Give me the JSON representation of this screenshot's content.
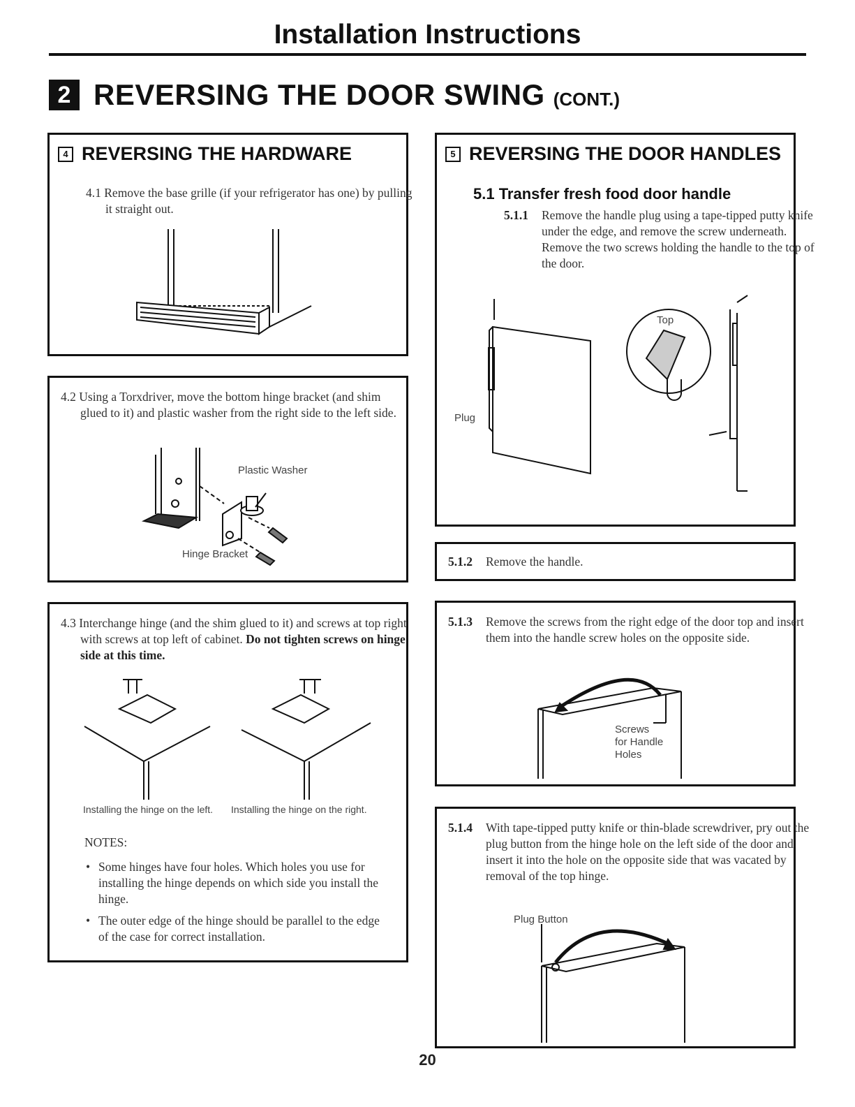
{
  "header": {
    "title": "Installation Instructions"
  },
  "section": {
    "number": "2",
    "title": "REVERSING THE DOOR SWING",
    "cont": "(CONT.)"
  },
  "hardware": {
    "number": "4",
    "title": "REVERSING THE HARDWARE",
    "step_4_1": "4.1 Remove the base grille (if your refrigerator has one) by pulling it straight out.",
    "step_4_2": "4.2 Using a Torxdriver, move the bottom hinge bracket (and shim glued to it) and plastic washer from the right side to the left side.",
    "label_plastic_washer": "Plastic Washer",
    "label_hinge_bracket": "Hinge Bracket",
    "step_4_3": "4.3 Interchange hinge (and the shim glued to it) and screws at top right with screws at top left of cabinet.",
    "step_4_3_bold": "Do not tighten screws on hinge side at this time.",
    "caption_left": "Installing the hinge on the left.",
    "caption_right": "Installing the hinge on the right.",
    "notes_title": "NOTES:",
    "notes": [
      "Some hinges have four holes. Which holes you use for installing the hinge depends on which side you install the hinge.",
      "The outer edge of the hinge should be parallel to the edge of the case for correct installation."
    ]
  },
  "handles": {
    "number": "5",
    "title": "REVERSING THE DOOR HANDLES",
    "subtitle": "5.1 Transfer fresh food door handle",
    "step_5_1_1_num": "5.1.1",
    "step_5_1_1": "Remove the handle plug using a tape-tipped putty knife under the edge, and remove the screw underneath. Remove the two screws holding the handle to the top of the door.",
    "label_top": "Top",
    "label_plug": "Plug",
    "step_5_1_2_num": "5.1.2",
    "step_5_1_2": "Remove the handle.",
    "step_5_1_3_num": "5.1.3",
    "step_5_1_3": "Remove the screws from the right edge of the door top and insert them into the handle screw holes on the opposite side.",
    "label_screws_1": "Screws",
    "label_screws_2": "for Handle",
    "label_screws_3": "Holes",
    "step_5_1_4_num": "5.1.4",
    "step_5_1_4": "With tape-tipped putty knife or thin-blade screwdriver, pry out the plug button from the hinge hole on the left side of the door and insert it into the hole on the opposite side that was vacated by removal of the top hinge.",
    "label_plug_button": "Plug Button"
  },
  "footer": {
    "page": "20"
  }
}
